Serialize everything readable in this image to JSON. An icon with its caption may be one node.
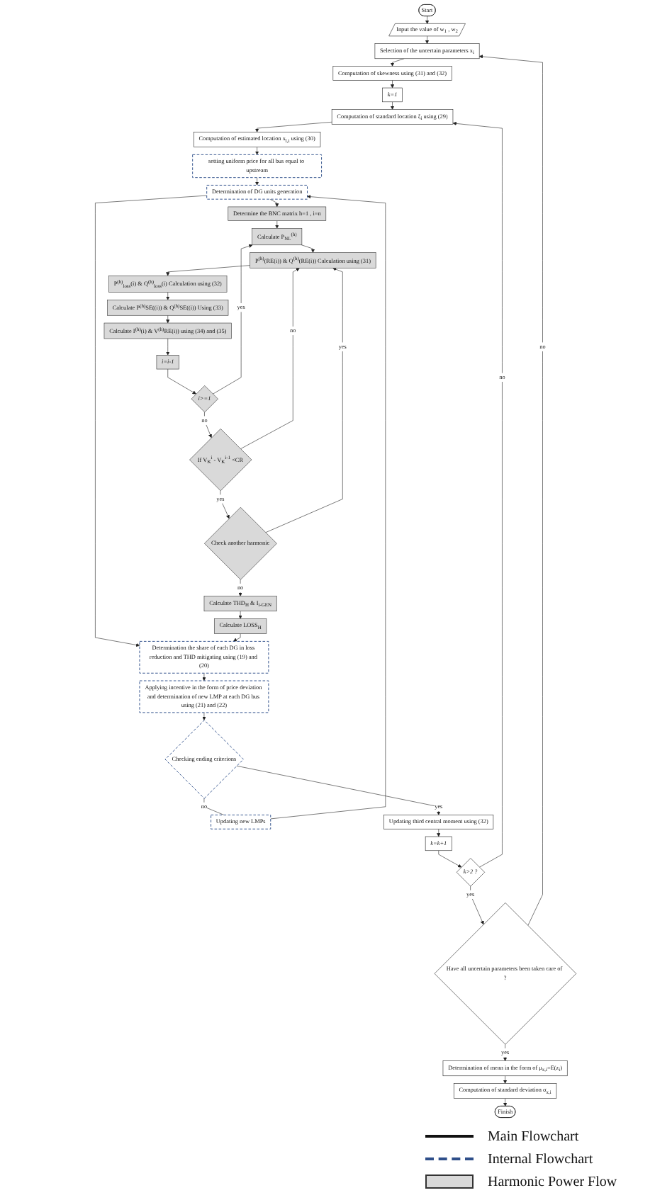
{
  "diagram": {
    "nodes": [
      {
        "text": [
          "Start"
        ]
      },
      {
        "text": [
          "Input the value of w$_{1}$ , w$_{2}$"
        ]
      },
      {
        "text": [
          "Selection of the uncertain parameters x$_{i}$"
        ]
      },
      {
        "text": [
          "Computation of skewness using (31) and (32)"
        ]
      },
      {
        "text": [
          "k=1"
        ]
      },
      {
        "text": [
          "Computation of standard location ξ$_{i}$ using (29)"
        ]
      },
      {
        "text": [
          "Computation of estimated location x$_{l,i}$ using (30)"
        ]
      },
      {
        "text": [
          "setting uniform price for all bus equal to upstream"
        ]
      },
      {
        "text": [
          "Determination of DG units generation"
        ]
      },
      {
        "text": [
          "Determination the share of each DG in loss reduction and THD mitigating using (19) and (20)"
        ]
      },
      {
        "text": [
          "Applying incentive in the form of price deviation and determination of new LMP at each DG bus using (21) and (22)"
        ]
      },
      {
        "text": [
          "Updating new LMPs"
        ]
      },
      {
        "text": [
          "Checking ending criterions"
        ]
      },
      {
        "text": [
          "Updating third central moment using (32)"
        ]
      },
      {
        "text": [
          "k=k+1"
        ]
      },
      {
        "text": [
          "k>2 ?"
        ]
      },
      {
        "text": [
          "Have all uncertain parameters been taken care of ?"
        ]
      },
      {
        "text": [
          "Determination of mean in the form of μ$_{x,i}$=E(z$_{i}$)"
        ]
      },
      {
        "text": [
          "Computation of standard deviation σ$_{x,i}$"
        ]
      },
      {
        "text": [
          "Finish"
        ]
      },
      {
        "text": [
          "Determine the BNC matrix h=1 , i=n"
        ]
      },
      {
        "text": [
          "Calculate P$_{NL}$$^{(h)}$"
        ]
      },
      {
        "text": [
          "P$^{(h)}$(RE(i)) & Q$^{(h)}$(RE(i)) Calculation using (31)"
        ]
      },
      {
        "text": [
          "P$^{(h)}$$_{loss}$(i) & Q$^{(h)}$$_{loss}$(i) Calculation using (32)"
        ]
      },
      {
        "text": [
          "Calculate P$^{(h)}$SE((i)) & Q$^{(h)}$SE((i)) Using (33)"
        ]
      },
      {
        "text": [
          "Calculate I$^{(h)}$(i) & V$^{(h)}$RE(i)) using (34) and (35)"
        ]
      },
      {
        "text": [
          "i=i-1"
        ]
      },
      {
        "text": [
          "i>=1"
        ]
      },
      {
        "text": [
          "If V$_{K}$$^{i}$ - V$_{K}$$^{i-1}$ <CR"
        ]
      },
      {
        "text": [
          "Check another harmonic"
        ]
      },
      {
        "text": [
          "Calculate THD$_{H}$ & I$_{i-GEN}$"
        ]
      },
      {
        "text": [
          "Calculate LOSS$_{H}$"
        ]
      }
    ],
    "edges": [
      {
        "from": 0,
        "to": 1,
        "arrow": "to"
      },
      {
        "from": 1,
        "to": 2,
        "arrow": "to"
      },
      {
        "from": 2,
        "to": 3,
        "arrow": "to"
      },
      {
        "from": 3,
        "to": 4,
        "arrow": "to"
      },
      {
        "from": 4,
        "to": 5,
        "arrow": "to"
      },
      {
        "from": 5,
        "to": 6,
        "arrow": "to"
      },
      {
        "from": 6,
        "to": 7,
        "arrow": "to"
      },
      {
        "from": 7,
        "to": 8,
        "arrow": "to"
      },
      {
        "from": 8,
        "to": 9,
        "arrow": "to"
      },
      {
        "from": 9,
        "to": 10,
        "arrow": "to"
      },
      {
        "from": 10,
        "to": 12,
        "arrow": "to"
      },
      {
        "from": 12,
        "to": 13,
        "arrow": "to",
        "label": "yes"
      },
      {
        "from": 12,
        "to": 11,
        "arrow": "none",
        "label": "no"
      },
      {
        "from": 11,
        "to": 8,
        "arrow": "to"
      },
      {
        "from": 13,
        "to": 14,
        "arrow": "to"
      },
      {
        "from": 14,
        "to": 15,
        "arrow": "to"
      },
      {
        "from": 15,
        "to": 16,
        "arrow": "to",
        "label": "yes"
      },
      {
        "from": 15,
        "to": 5,
        "arrow": "to",
        "label": "no"
      },
      {
        "from": 16,
        "to": 17,
        "arrow": "to",
        "label": "yes"
      },
      {
        "from": 16,
        "to": 2,
        "arrow": "to",
        "label": "no"
      },
      {
        "from": 17,
        "to": 18,
        "arrow": "to"
      },
      {
        "from": 18,
        "to": 19,
        "arrow": "to"
      },
      {
        "from": 8,
        "to": 20,
        "arrow": "to"
      },
      {
        "from": 20,
        "to": 21,
        "arrow": "to"
      },
      {
        "from": 21,
        "to": 22,
        "arrow": "to"
      },
      {
        "from": 22,
        "to": 23,
        "arrow": "to"
      },
      {
        "from": 23,
        "to": 24,
        "arrow": "to"
      },
      {
        "from": 24,
        "to": 25,
        "arrow": "to"
      },
      {
        "from": 25,
        "to": 26,
        "arrow": "to"
      },
      {
        "from": 26,
        "to": 27,
        "arrow": "to"
      },
      {
        "from": 27,
        "to": 21,
        "arrow": "to",
        "label": "yes"
      },
      {
        "from": 27,
        "to": 28,
        "arrow": "to",
        "label": "no"
      },
      {
        "from": 28,
        "to": 22,
        "arrow": "to",
        "label": "no"
      },
      {
        "from": 28,
        "to": 29,
        "arrow": "to",
        "label": "yes"
      },
      {
        "from": 29,
        "to": 22,
        "arrow": "to",
        "label": "yes"
      },
      {
        "from": 29,
        "to": 30,
        "arrow": "to",
        "label": "no"
      },
      {
        "from": 30,
        "to": 31,
        "arrow": "to"
      },
      {
        "from": 31,
        "to": 9,
        "arrow": "to"
      }
    ],
    "legend": [
      {
        "text": "Main Flowchart"
      },
      {
        "text": "Internal Flowchart"
      },
      {
        "text": "Harmonic Power Flow",
        "color": "#d9d9d9"
      }
    ]
  }
}
